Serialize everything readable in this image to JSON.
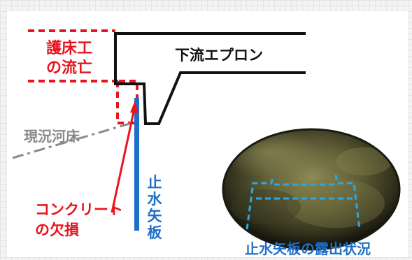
{
  "labels": {
    "erosion_top": "護床工",
    "erosion_bottom": "の流亡",
    "apron": "下流エプロン",
    "riverbed": "現況河床",
    "concrete_top": "コンクリート",
    "concrete_bottom": "の欠損",
    "sheet_pile_vertical": [
      "止",
      "水",
      "矢",
      "板"
    ],
    "photo_caption": "止水矢板の露出状況"
  },
  "colors": {
    "red": "#e8141e",
    "blue": "#1e6fc8",
    "gray": "#8a8a8a",
    "black": "#111111",
    "photo_outline": "#2aa8e6"
  }
}
